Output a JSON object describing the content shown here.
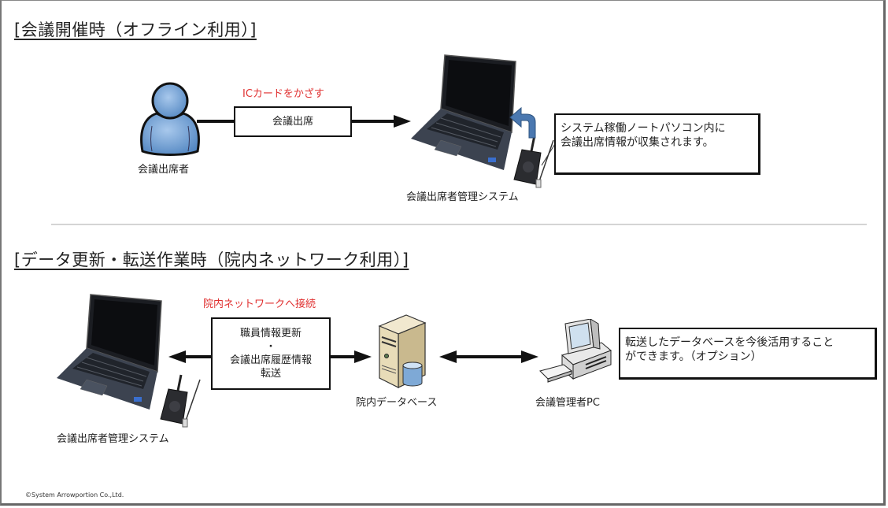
{
  "section1": {
    "title": "[会議開催時（オフライン利用）]",
    "attendee_label": "会議出席者",
    "action_label": "ICカードをかざす",
    "flow_box_label": "会議出席",
    "system_label": "会議出席者管理システム",
    "note_lines": [
      "システム稼働ノートパソコン内に",
      "会議出席情報が収集されます。"
    ]
  },
  "section2": {
    "title": "[データ更新・転送作業時（院内ネットワーク利用）]",
    "action_label": "院内ネットワークへ接続",
    "flow_box_lines": [
      "職員情報更新",
      "・",
      "会議出席履歴情報",
      "転送"
    ],
    "system_label": "会議出席者管理システム",
    "database_label": "院内データベース",
    "admin_pc_label": "会議管理者PC",
    "note_lines": [
      "転送したデータベースを今後活用すること",
      "ができます。（オプション）"
    ]
  },
  "footer": {
    "copyright": "©System Arrowportion Co.,Ltd."
  },
  "colors": {
    "accent_red": "#e03030",
    "person_blue": "#5b8fc8",
    "arrow_blue": "#4a78b0"
  }
}
